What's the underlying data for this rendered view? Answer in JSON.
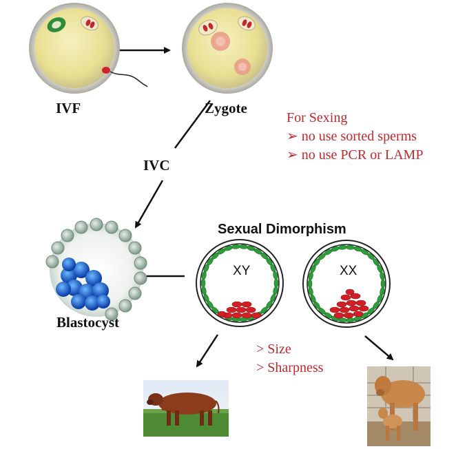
{
  "labels": {
    "ivf": "IVF",
    "zygote": "Zygote",
    "ivc": "IVC",
    "blastocyst": "Blastocyst"
  },
  "sexing_note": {
    "title": "For Sexing",
    "bullet": "➢",
    "items": [
      "no use sorted sperms",
      "no use PCR or LAMP"
    ]
  },
  "dimorphism": {
    "title": "Sexual Dimorphism",
    "male_label": "XY",
    "female_label": "XX",
    "criteria": [
      "> Size",
      "> Sharpness"
    ]
  },
  "colors": {
    "text_red": "#c0282d",
    "trophoblast_green": "#2e9e3a",
    "icm_red": "#d21f26",
    "egg_yellow": "#efe7a2"
  }
}
